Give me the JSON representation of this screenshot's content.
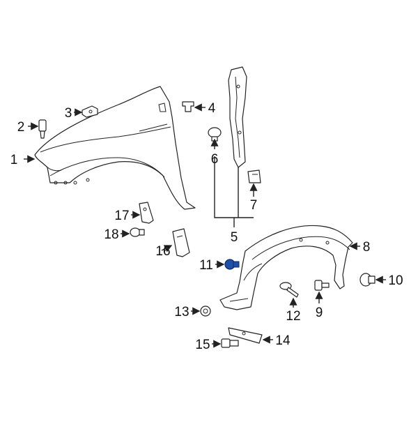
{
  "callouts": [
    {
      "id": "1",
      "label": "1"
    },
    {
      "id": "2",
      "label": "2"
    },
    {
      "id": "3",
      "label": "3"
    },
    {
      "id": "4",
      "label": "4"
    },
    {
      "id": "5",
      "label": "5"
    },
    {
      "id": "6",
      "label": "6"
    },
    {
      "id": "7",
      "label": "7"
    },
    {
      "id": "8",
      "label": "8"
    },
    {
      "id": "9",
      "label": "9"
    },
    {
      "id": "10",
      "label": "10"
    },
    {
      "id": "11",
      "label": "11"
    },
    {
      "id": "12",
      "label": "12"
    },
    {
      "id": "13",
      "label": "13"
    },
    {
      "id": "14",
      "label": "14"
    },
    {
      "id": "15",
      "label": "15"
    },
    {
      "id": "16",
      "label": "16"
    },
    {
      "id": "17",
      "label": "17"
    },
    {
      "id": "18",
      "label": "18"
    }
  ],
  "colors": {
    "line": "#222222",
    "highlight": "#1f4fa8",
    "background": "#ffffff"
  }
}
